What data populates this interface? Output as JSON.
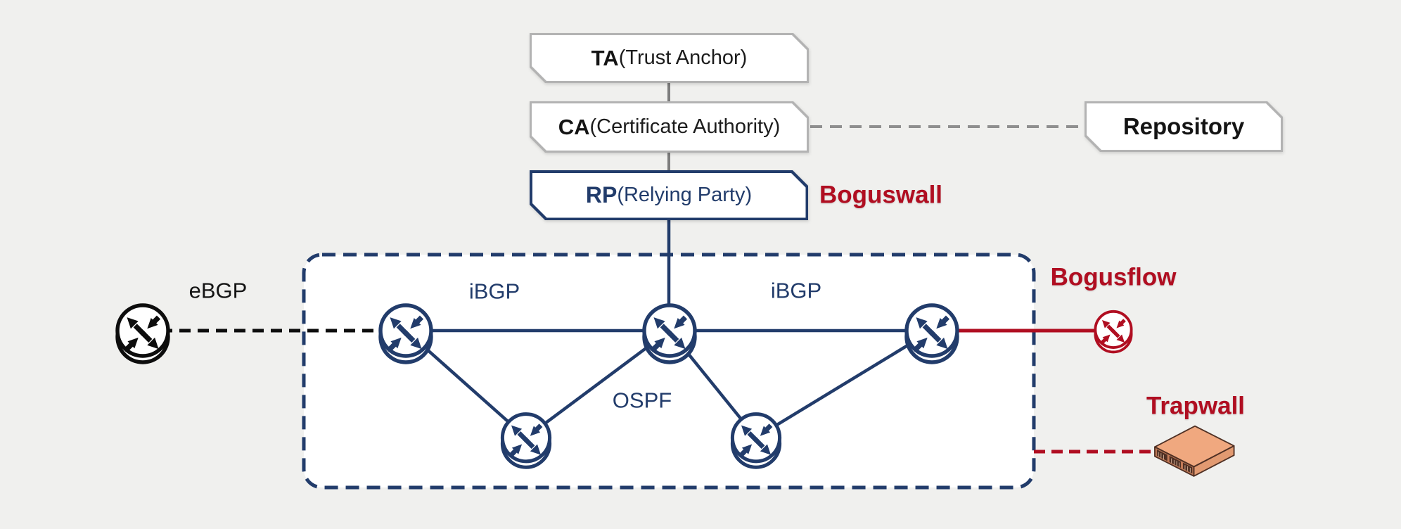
{
  "colors": {
    "background": "#f0f0ee",
    "navy": "#223c6b",
    "red": "#b00e21",
    "near_black": "#141414",
    "box_border_gray": "#b3b3b3",
    "connector_gray": "#7d7d7d",
    "dash_gray": "#8f8f8f",
    "server_top": "#f0a87f",
    "server_front": "#c47b58",
    "server_side": "#e29a71",
    "server_edge": "#4f3024"
  },
  "pki_chain": {
    "ta": {
      "abbr": "TA",
      "full": "(Trust Anchor)"
    },
    "ca": {
      "abbr": "CA",
      "full": "(Certificate Authority)"
    },
    "rp": {
      "abbr": "RP",
      "full": "(Relying Party)"
    },
    "repository": {
      "label": "Repository"
    }
  },
  "annotations": {
    "boguswall": "Boguswall",
    "bogusflow": "Bogusflow",
    "trapwall": "Trapwall"
  },
  "link_labels": {
    "ebgp": "eBGP",
    "ibgp_left": "iBGP",
    "ibgp_right": "iBGP",
    "ospf": "OSPF"
  },
  "icons": {
    "router": "router-icon (circle with four crossing arrows)",
    "server": "rack-appliance-icon (isometric orange box)"
  }
}
